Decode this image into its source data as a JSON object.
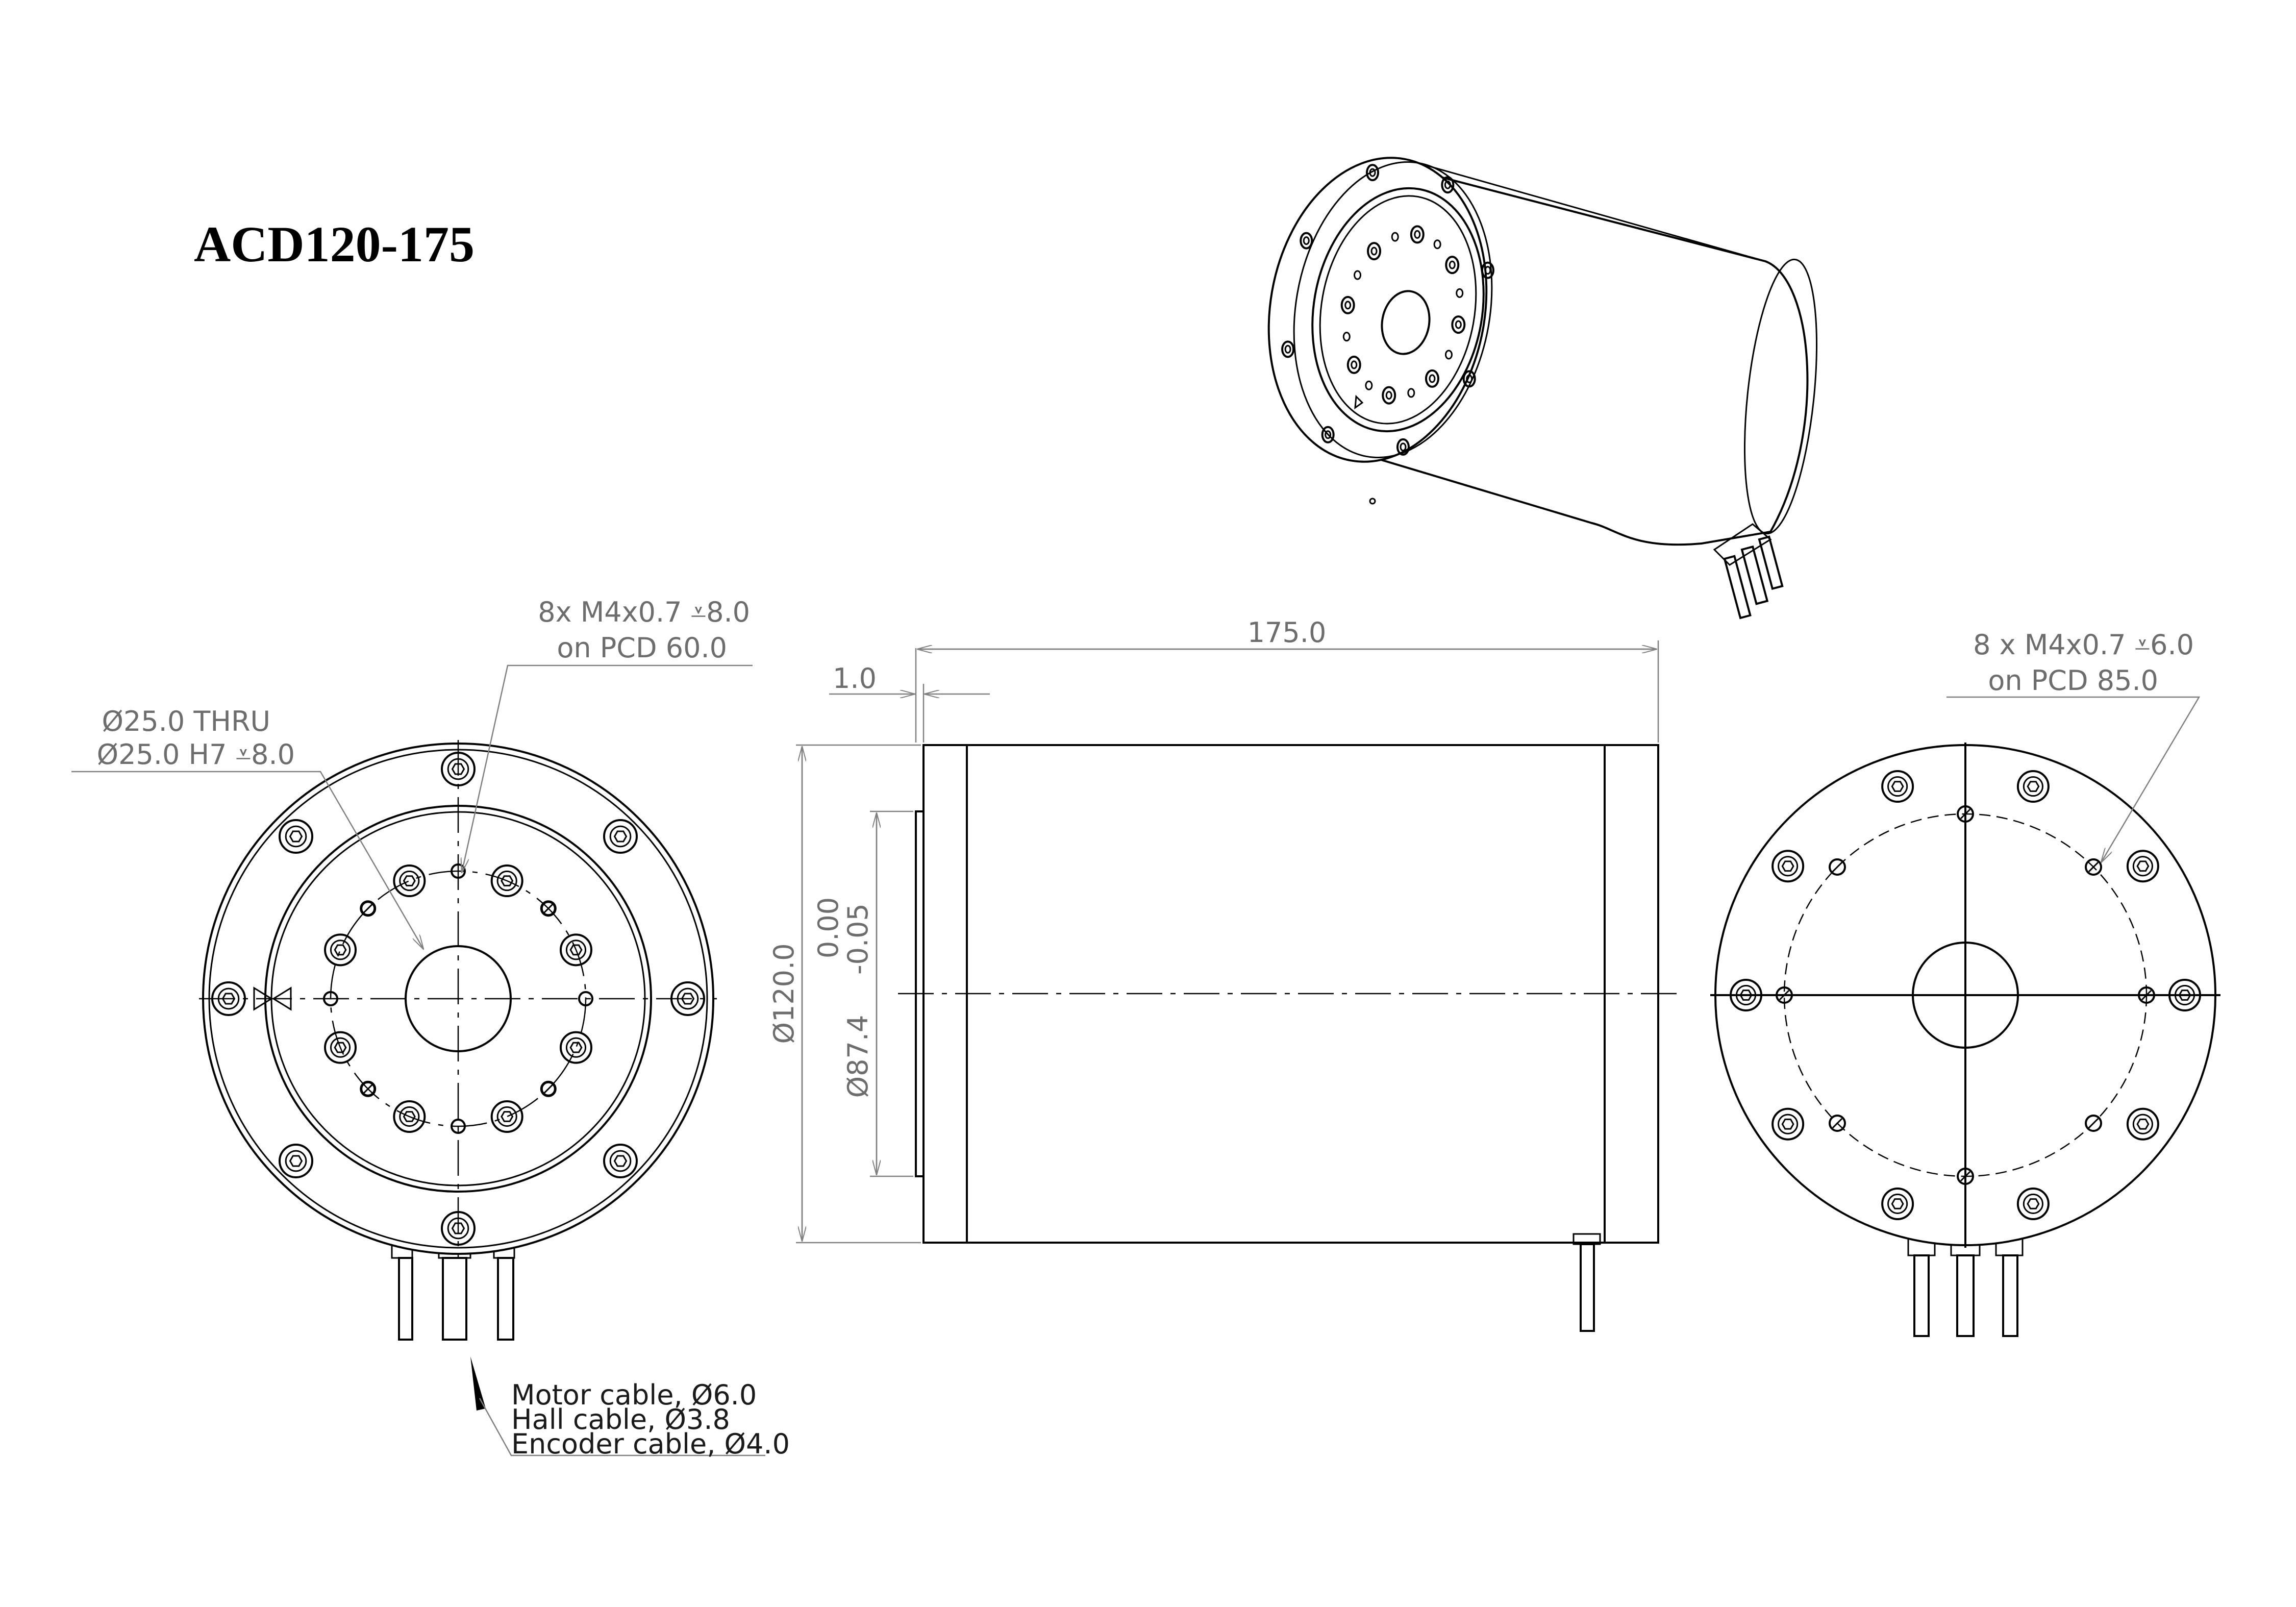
{
  "title": "ACD120-175",
  "colors": {
    "line": "#000000",
    "dimension": "#6d6d6d",
    "background": "#ffffff"
  },
  "front_view": {
    "callout_bore_1": "Ø25.0 THRU",
    "callout_bore_2": "Ø25.0 H7 ⩡8.0",
    "callout_holes_1": "8x M4x0.7 ⩡8.0",
    "callout_holes_2": "on PCD 60.0"
  },
  "side_view": {
    "dim_length": "175.0",
    "dim_step": "1.0",
    "dim_diameter": "Ø120.0",
    "dim_pilot": "Ø87.4",
    "tol_upper": "0.00",
    "tol_lower": "-0.05"
  },
  "rear_view": {
    "callout_holes_1": "8 x M4x0.7 ⩡6.0",
    "callout_holes_2": "on PCD 85.0"
  },
  "cables": {
    "motor": "Motor cable, Ø6.0",
    "hall": "Hall cable, Ø3.8",
    "encoder": "Encoder cable, Ø4.0"
  }
}
